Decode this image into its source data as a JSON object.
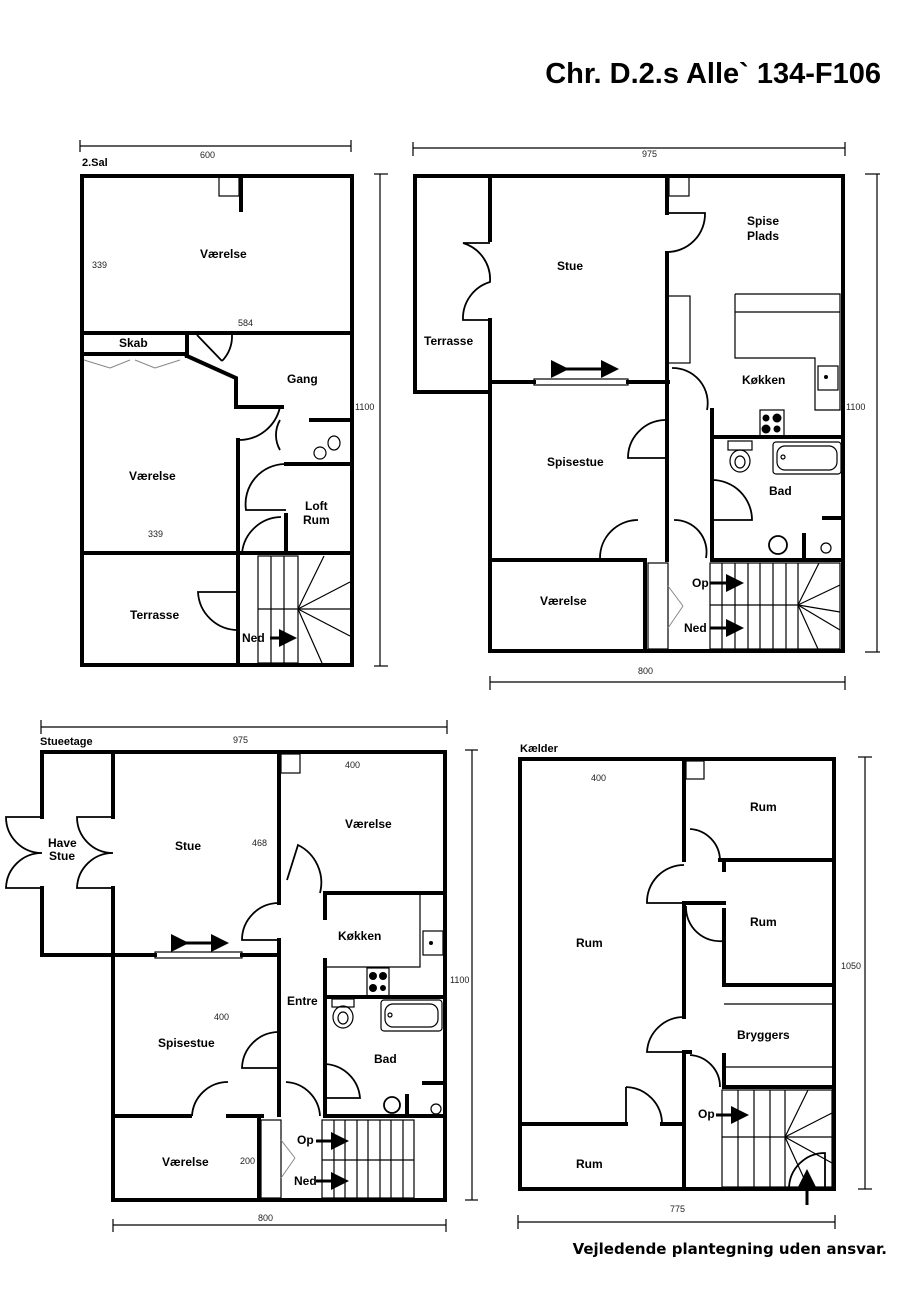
{
  "title": "Chr. D.2.s Alle` 134-F106",
  "footer": "Vejledende plantegning uden ansvar.",
  "floors": {
    "sal2": {
      "label": "2.Sal",
      "dims": {
        "width": "600",
        "height": "1100",
        "inner_a": "339",
        "inner_b": "584",
        "inner_c": "339"
      },
      "rooms": {
        "vaerelse1": "Værelse",
        "skab": "Skab",
        "gang": "Gang",
        "vaerelse2": "Værelse",
        "loft": "Loft",
        "loft2": "Rum",
        "terrasse": "Terrasse",
        "ned": "Ned"
      }
    },
    "sal1": {
      "dims": {
        "width_top": "975",
        "width_bottom": "800",
        "height": "1100"
      },
      "rooms": {
        "terrasse": "Terrasse",
        "stue": "Stue",
        "spise1": "Spise",
        "spise2": "Plads",
        "koekken": "Køkken",
        "spisestue": "Spisestue",
        "bad": "Bad",
        "vaerelse": "Værelse",
        "op": "Op",
        "ned": "Ned"
      }
    },
    "stueetage": {
      "label": "Stueetage",
      "dims": {
        "width_top": "975",
        "width_bottom": "800",
        "height": "1100",
        "inner_a": "400",
        "inner_b": "468",
        "inner_c": "400",
        "inner_d": "200"
      },
      "rooms": {
        "have1": "Have",
        "have2": "Stue",
        "stue": "Stue",
        "vaerelse1": "Værelse",
        "koekken": "Køkken",
        "entre": "Entre",
        "spisestue": "Spisestue",
        "bad": "Bad",
        "vaerelse2": "Værelse",
        "op": "Op",
        "ned": "Ned"
      }
    },
    "kaelder": {
      "label": "Kælder",
      "dims": {
        "width": "775",
        "height": "1050",
        "inner_a": "400"
      },
      "rooms": {
        "rum_big": "Rum",
        "rum1": "Rum",
        "rum2": "Rum",
        "bryggers": "Bryggers",
        "rum_bottom": "Rum",
        "op": "Op"
      }
    }
  }
}
